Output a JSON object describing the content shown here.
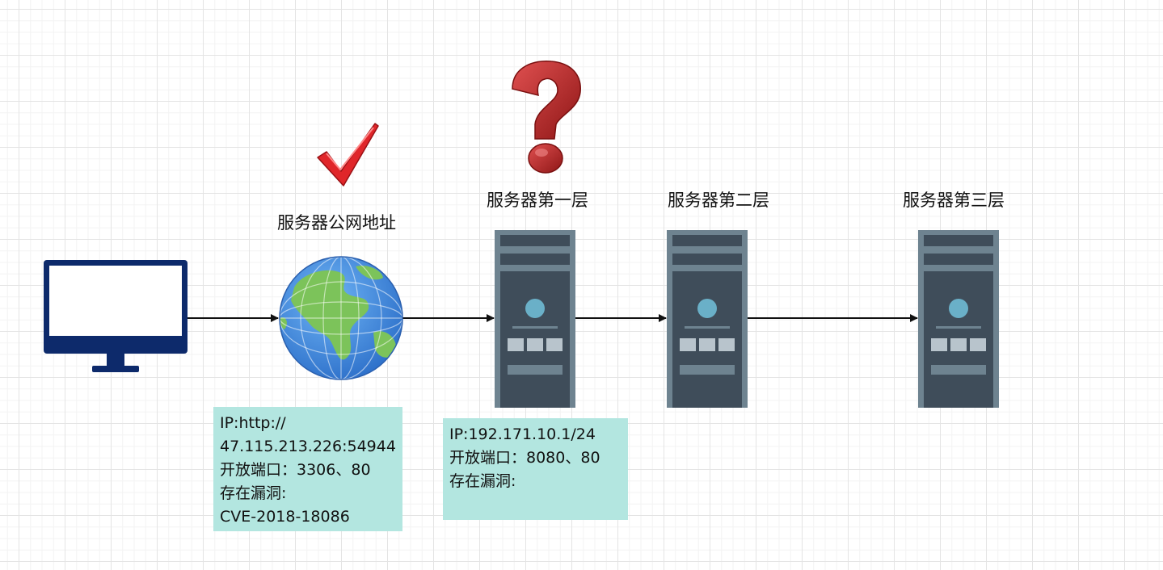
{
  "labels": {
    "public_address": "服务器公网地址",
    "server_layer_1": "服务器第一层",
    "server_layer_2": "服务器第二层",
    "server_layer_3": "服务器第三层"
  },
  "public_note": {
    "line1": "IP:http://",
    "line2": "47.115.213.226:54944",
    "line3": "开放端口：3306、80",
    "line4": "存在漏洞:",
    "line5": "CVE-2018-18086"
  },
  "layer1_note": {
    "line1": "IP:192.171.10.1/24",
    "line2": "开放端口：8080、80",
    "line3": "存在漏洞:"
  },
  "icons": {
    "client": "monitor-icon",
    "internet": "globe-icon",
    "status_ok": "checkmark-icon",
    "status_unknown": "question-mark-icon",
    "server": "server-tower-icon"
  },
  "colors": {
    "monitor": "#0d2a6b",
    "globe_ocean": "#3f8fe6",
    "globe_land": "#7cc35a",
    "server_body": "#3f4d5a",
    "server_frame": "#6e8390",
    "note_bg": "#b3e6e0",
    "check": "#e0262a",
    "question": "#c82a2a"
  }
}
